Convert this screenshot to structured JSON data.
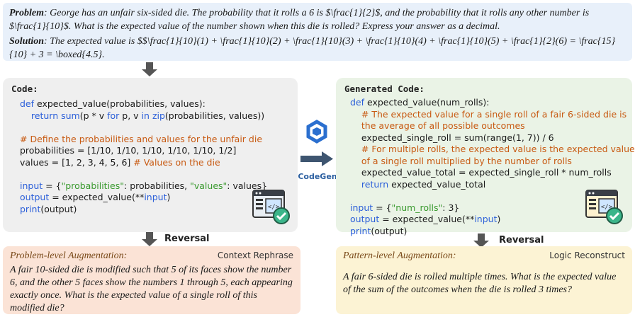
{
  "problem": {
    "label": "Problem",
    "text": ": George has an unfair six-sided die. The probability that it rolls a 6 is $\\frac{1}{2}$, and the probability that it rolls any other number is $\\frac{1}{10}$. What is the expected value of the number shown when this die is rolled? Express your answer as a decimal.",
    "solution_label": "Solution",
    "solution_text": ": The expected value is $$\\frac{1}{10}(1) + \\frac{1}{10}(2) + \\frac{1}{10}(3) + \\frac{1}{10}(4) + \\frac{1}{10}(5) + \\frac{1}{2}(6) = \\frac{15}{10} + 3 = \\boxed{4.5}."
  },
  "code": {
    "title": "Code:",
    "lines": {
      "l1_kw": "def",
      "l1_rest": " expected_value(probabilities, values):",
      "l2_kw": "    return",
      "l2_a": " ",
      "l2_fn": "sum",
      "l2_b": "(p * v ",
      "l2_for": "for",
      "l2_c": " p, v ",
      "l2_in": "in",
      "l2_d": " ",
      "l2_zip": "zip",
      "l2_e": "(probabilities, values))",
      "l4": "# Define the probabilities and values for the unfair die",
      "l5": "probabilities = [1/10, 1/10, 1/10, 1/10, 1/10, 1/2]",
      "l6_a": "values = [1, 2, 3, 4, 5, 6] ",
      "l6_cm": "# Values on the die",
      "l8_kw": "input",
      "l8_a": " = {",
      "l8_s1": "\"probabilities\"",
      "l8_b": ": probabilities, ",
      "l8_s2": "\"values\"",
      "l8_c": ": values}",
      "l9_kw": "output",
      "l9_a": " = expected_value(**",
      "l9_kw2": "input",
      "l9_b": ")",
      "l10_kw": "print",
      "l10_a": "(output)"
    }
  },
  "generated": {
    "title": "Generated Code:",
    "lines": {
      "g1_kw": "def",
      "g1_rest": " expected_value(num_rolls):",
      "g2": "    # The expected value for a single roll of a fair 6-sided die is",
      "g3": "    the average of all possible outcomes",
      "g4": "    expected_single_roll = sum(range(1, 7)) / 6",
      "g5": "    # For multiple rolls, the expected value is the expected value",
      "g6": "    of a single roll multiplied by the number of rolls",
      "g7": "    expected_value_total = expected_single_roll * num_rolls",
      "g8_kw": "    return",
      "g8_rest": " expected_value_total",
      "g10_kw": "input",
      "g10_a": " = {",
      "g10_s": "\"num_rolls\"",
      "g10_b": ": 3}",
      "g11_kw": "output",
      "g11_a": " = expected_value(**",
      "g11_kw2": "input",
      "g11_b": ")",
      "g12_kw": "print",
      "g12_a": "(output)"
    }
  },
  "codegen_label": "CodeGen",
  "reversal_label": "Reversal",
  "problem_aug": {
    "title": "Problem-level Augmentation:",
    "tag": "Context Rephrase",
    "text": "A fair 10-sided die is modified such that 5 of its faces show the number 6, and the other 5 faces show the numbers 1 through 5, each appearing exactly once. What is the expected value of a single roll of this modified die?"
  },
  "pattern_aug": {
    "title": "Pattern-level Augmentation:",
    "tag": "Logic Reconstruct",
    "text": "A fair 6-sided die is rolled multiple times. What is the expected value of the sum of the outcomes when the die is rolled 3 times?"
  },
  "colors": {
    "problem_bg": "#e8f0fa",
    "code_bg": "#efefef",
    "generated_bg": "#eaf3e6",
    "problem_aug_bg": "#fbe3d6",
    "pattern_aug_bg": "#fcf3d4",
    "keyword": "#2b5fd9",
    "comment": "#c85a12",
    "string": "#3a9a2f",
    "codegen_blue": "#2b5fa0"
  },
  "icons": [
    "arrow-down-icon",
    "arrow-right-icon",
    "codegen-logo-icon",
    "code-window-check-icon"
  ]
}
